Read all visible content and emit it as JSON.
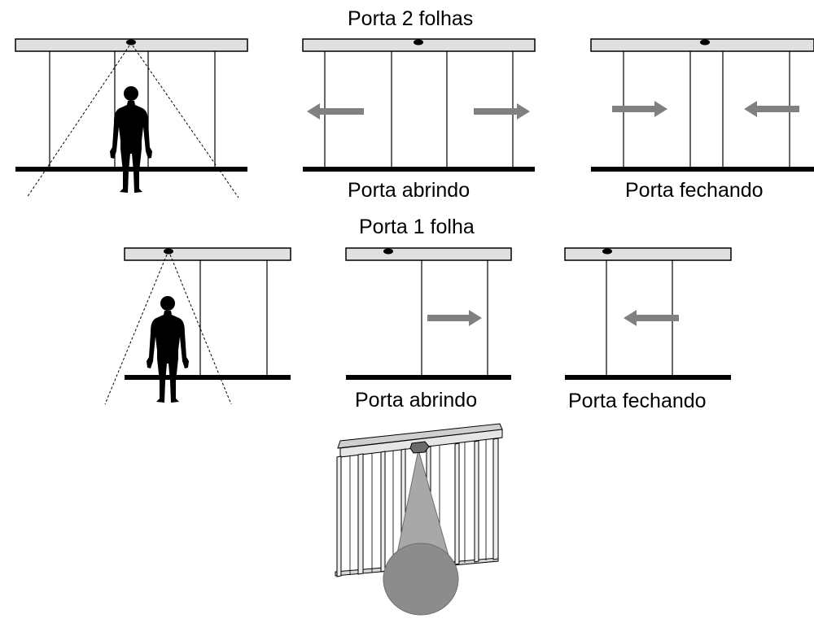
{
  "labels": {
    "title_two_leaf": "Porta 2 folhas",
    "title_one_leaf": "Porta 1 folha",
    "opening_two_leaf": "Porta abrindo",
    "closing_two_leaf": "Porta fechando",
    "opening_one_leaf": "Porta abrindo",
    "closing_one_leaf": "Porta fechando"
  },
  "colors": {
    "header_fill": "#e0e0e0",
    "arrow": "#808080",
    "line": "#000000",
    "cone_fill": "#a8a8a8",
    "cone_base": "#8c8c8c"
  }
}
